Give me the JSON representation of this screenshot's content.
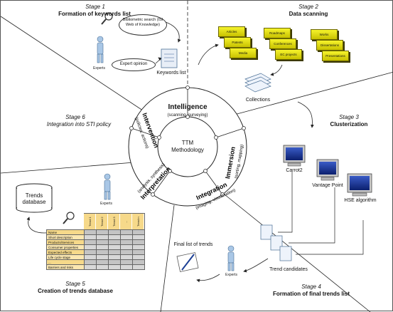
{
  "stages": {
    "s1": {
      "num": "Stage 1",
      "name": "Formation of keywords list"
    },
    "s2": {
      "num": "Stage 2",
      "name": "Data scanning"
    },
    "s3": {
      "num": "Stage 3",
      "name": "Clusterization"
    },
    "s4": {
      "num": "Stage 4",
      "name": "Formation of final trends list"
    },
    "s5": {
      "num": "Stage 5",
      "name": "Creation of trends database"
    },
    "s6": {
      "num": "Stage 6",
      "name": "Integration into STI policy"
    }
  },
  "center": {
    "line1": "TTM",
    "line2": "Methodology"
  },
  "ring": {
    "intelligence": {
      "title": "Intelligence",
      "sub": "(scanning, surveying)"
    },
    "immersion": {
      "title": "Immersion",
      "sub": "(sorting, mapping)"
    },
    "integration": {
      "title": "Integration",
      "sub": "(imaging, visualisation)"
    },
    "interpretation": {
      "title": "Interpretation",
      "sub": "(analysis, synthesis)"
    },
    "intervention": {
      "title": "Intervention",
      "sub": "(policies, actions)"
    }
  },
  "stage1": {
    "biblio": "Bibliometric search (ISI Web of Knowledge)",
    "expert_opinion": "Expert opinion",
    "experts": "Experts",
    "keywords": "Keywords list"
  },
  "stage2": {
    "folders_a": [
      "Articles",
      "Patents",
      "Media"
    ],
    "folders_b": [
      "Roadmaps",
      "Conferences",
      "EC projects"
    ],
    "folders_c": [
      "Works",
      "Dissertations",
      "Presentations"
    ],
    "collections": "Collections"
  },
  "stage3": {
    "tools": [
      "Carrot2",
      "Vantage Point",
      "HSE algorithm"
    ]
  },
  "stage4": {
    "candidates": "Trend candidates",
    "final_list": "Final list of trends",
    "experts": "Experts"
  },
  "stage5": {
    "db": "Trends database",
    "experts": "Experts",
    "table_cols": [
      "Trend 1",
      "Trend 2",
      "Trend 3",
      "...",
      "Trend n"
    ],
    "table_rows": [
      "Name",
      "Short description",
      "Products/Services",
      "Consumer properties",
      "Expected effects",
      "Life cycle stage",
      "...",
      "Barriers and risks"
    ]
  }
}
